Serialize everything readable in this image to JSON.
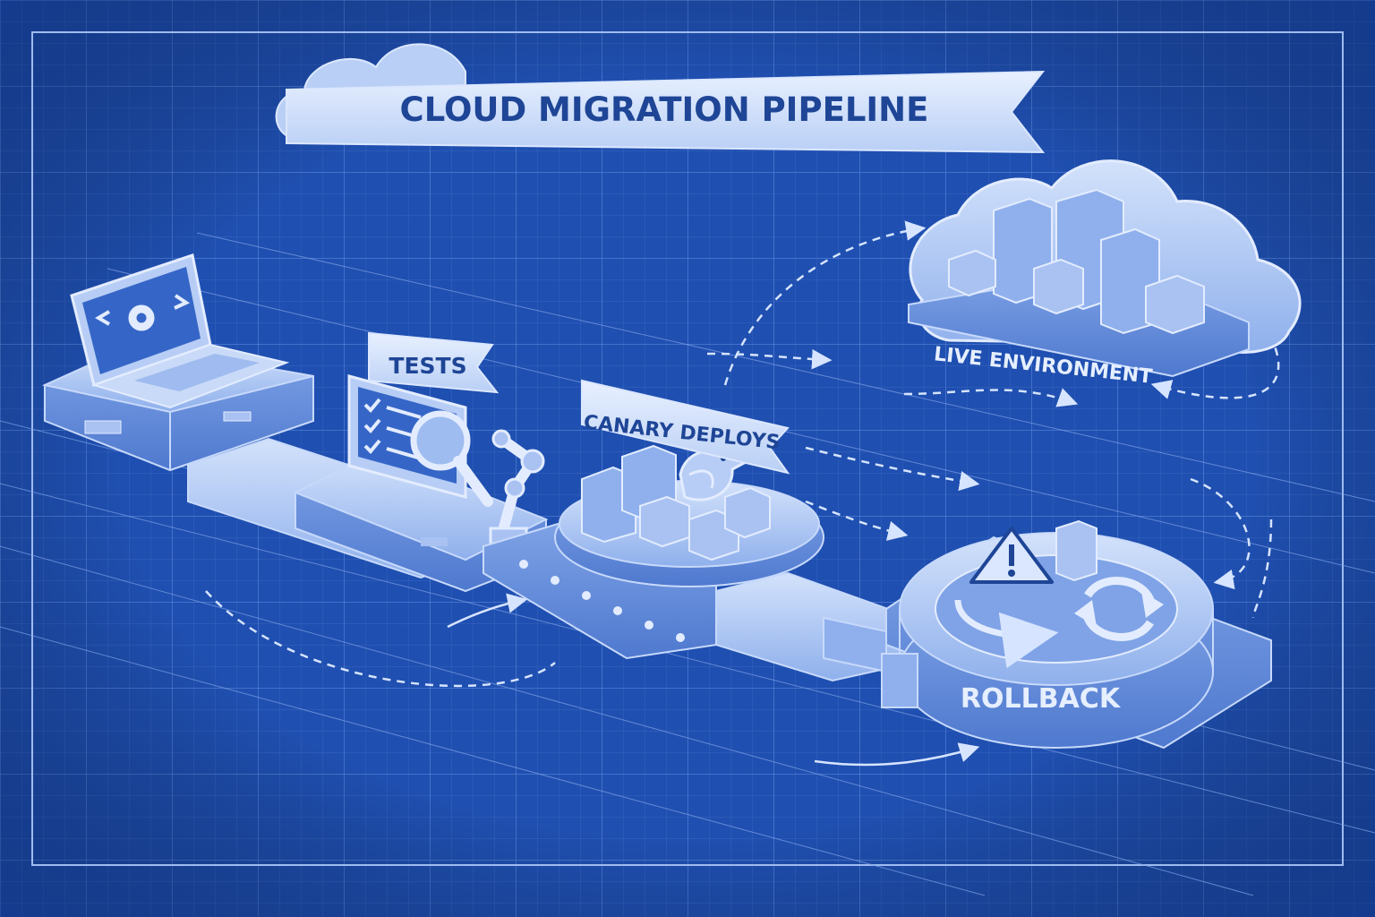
{
  "title": "CLOUD MIGRATION PIPELINE",
  "stages": {
    "tests": "TESTS",
    "canary": "CANARY DEPLOYS",
    "live": "LIVE ENVIRONMENT",
    "rollback": "ROLLBACK"
  },
  "colors": {
    "background": "#1f4fb0",
    "grid": "#4f7fd6",
    "line": "#cfe0ff",
    "object_fill": "#b7cdf5",
    "object_dark": "#6d93dc",
    "label_text": "#1e4596"
  },
  "icons": [
    "laptop-icon",
    "code-gear-icon",
    "checklist-monitor-icon",
    "magnifier-icon",
    "robot-arm-icon",
    "server-rack-icon",
    "bird-icon",
    "cloud-icon",
    "warning-icon",
    "refresh-icon",
    "arrow-icon"
  ]
}
